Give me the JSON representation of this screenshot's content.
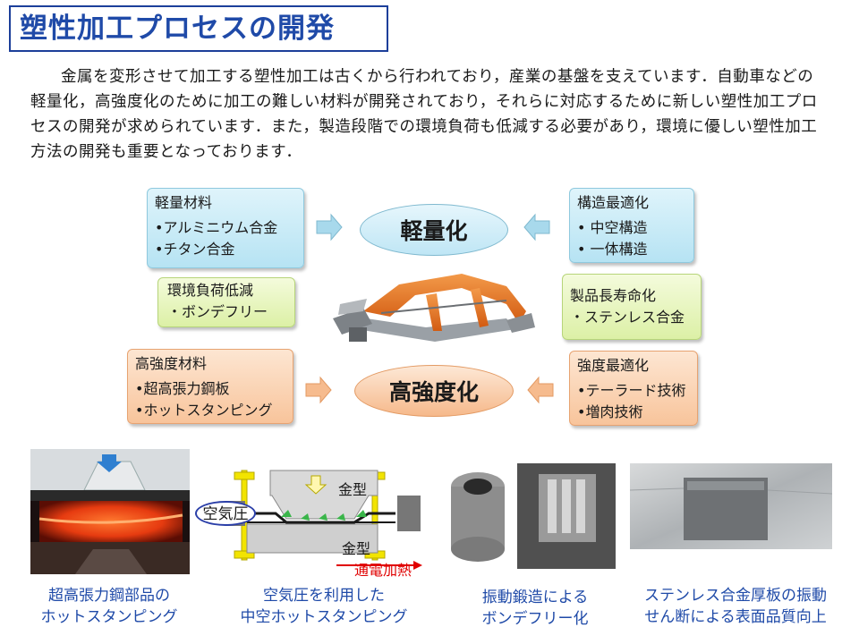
{
  "title": "塑性加工プロセスの開発",
  "intro": "金属を変形させて加工する塑性加工は古くから行われており，産業の基盤を支えています．自動車などの軽量化，高強度化のために加工の難しい材料が開発されており，それらに対応するために新しい塑性加工プロセスの開発が求められています．また，製造段階での環境負荷も低減する必要があり，環境に優しい塑性加工方法の開発も重要となっております．",
  "diagram": {
    "light_materials": {
      "heading": "軽量材料",
      "items": [
        "•アルミニウム合金",
        "•チタン合金"
      ]
    },
    "structure_opt": {
      "heading": "構造最適化",
      "items": [
        "• 中空構造",
        "• 一体構造"
      ]
    },
    "lightweight": "軽量化",
    "env_load": {
      "heading": "環境負荷低減",
      "items": [
        "・ボンデフリー"
      ]
    },
    "long_life": {
      "heading": "製品長寿命化",
      "items": [
        "・ステンレス合金"
      ]
    },
    "strength_materials": {
      "heading": "高強度材料",
      "items": [
        "•超高張力鋼板",
        "•ホットスタンピング"
      ]
    },
    "strength_opt": {
      "heading": "強度最適化",
      "items": [
        "•テーラード技術",
        "•増肉技術"
      ]
    },
    "high_strength": "高強度化"
  },
  "figures": {
    "air_label": "空気圧",
    "die_top": "金型",
    "die_bottom": "金型",
    "current_heat": "通電加熱"
  },
  "captions": [
    {
      "line1": "超高張力鋼部品の",
      "line2": "ホットスタンピング"
    },
    {
      "line1": "空気圧を利用した",
      "line2": "中空ホットスタンピング"
    },
    {
      "line1": "振動鍛造による",
      "line2": "ボンデフリー化"
    },
    {
      "line1": "ステンレス合金厚板の振動",
      "line2": "せん断による表面品質向上"
    }
  ],
  "colors": {
    "title": "#1f4aa8",
    "caption": "#1f4aa8",
    "blue_box": "#b6e3f3",
    "green_box": "#dcf0a6",
    "orange_box": "#f8c49b",
    "heat_text": "#e00000"
  },
  "icons": [
    "arrow-right-icon",
    "arrow-left-icon",
    "arrow-down-icon"
  ]
}
